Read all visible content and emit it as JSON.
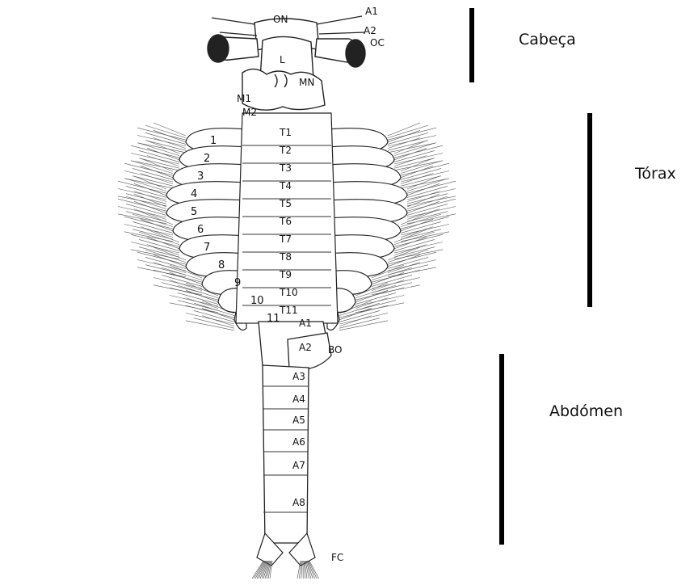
{
  "regions": {
    "head": "Cabeça",
    "thorax": "Tórax",
    "abdomen": "Abdómen"
  },
  "labels": {
    "ON": "ON",
    "A1": "A1",
    "A2": "A2",
    "OC": "OC",
    "L": "L",
    "MN": "MN",
    "M1": "M1",
    "M2": "M2",
    "BO": "BO",
    "FC": "FC"
  },
  "thoracic_segments": [
    "T1",
    "T2",
    "T3",
    "T4",
    "T5",
    "T6",
    "T7",
    "T8",
    "T9",
    "T10",
    "T11"
  ],
  "abdominal_segments": [
    "A1",
    "A2",
    "A3",
    "A4",
    "A5",
    "A6",
    "A7",
    "A8"
  ],
  "leg_numbers": [
    "1",
    "2",
    "3",
    "4",
    "5",
    "6",
    "7",
    "8",
    "9",
    "10",
    "11"
  ]
}
